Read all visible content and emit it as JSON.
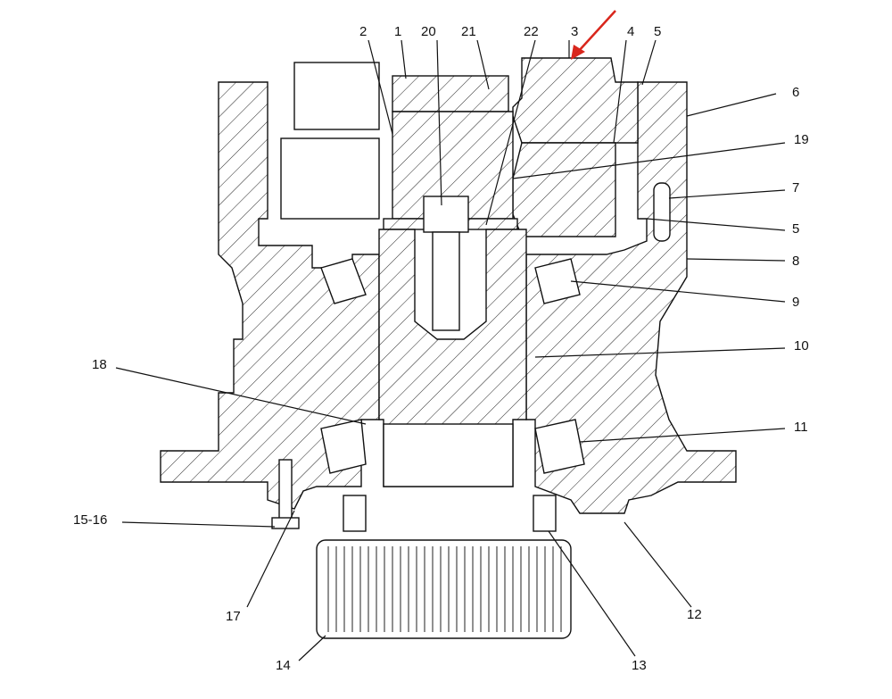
{
  "diagram": {
    "title": "Final drive sectional view with numbered callouts",
    "accent_color": "#d9261c",
    "highlighted_callout": "3",
    "callouts": [
      {
        "id": "c2",
        "label": "2"
      },
      {
        "id": "c1",
        "label": "1"
      },
      {
        "id": "c20",
        "label": "20"
      },
      {
        "id": "c21",
        "label": "21"
      },
      {
        "id": "c22",
        "label": "22"
      },
      {
        "id": "c3",
        "label": "3"
      },
      {
        "id": "c4",
        "label": "4"
      },
      {
        "id": "c5a",
        "label": "5"
      },
      {
        "id": "c6",
        "label": "6"
      },
      {
        "id": "c19",
        "label": "19"
      },
      {
        "id": "c7",
        "label": "7"
      },
      {
        "id": "c5b",
        "label": "5"
      },
      {
        "id": "c8",
        "label": "8"
      },
      {
        "id": "c9",
        "label": "9"
      },
      {
        "id": "c10",
        "label": "10"
      },
      {
        "id": "c11",
        "label": "11"
      },
      {
        "id": "c18",
        "label": "18"
      },
      {
        "id": "c1516",
        "label": "15-16"
      },
      {
        "id": "c17",
        "label": "17"
      },
      {
        "id": "c14",
        "label": "14"
      },
      {
        "id": "c13",
        "label": "13"
      },
      {
        "id": "c12",
        "label": "12"
      }
    ]
  }
}
